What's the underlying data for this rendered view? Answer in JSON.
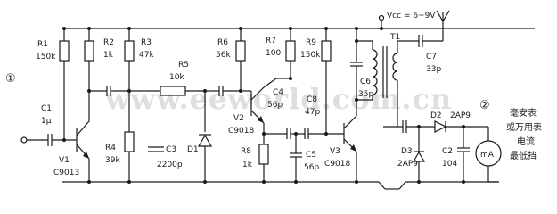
{
  "circuit": {
    "circle_1": "①",
    "circle_2": "②",
    "vcc": "Vcc = 6~9V",
    "watermark": "www.eeworld.com.cn",
    "meter_note": [
      "毫安表",
      "或万用表",
      "电流",
      "最低挡"
    ],
    "components": {
      "R1": {
        "ref": "R1",
        "value": "150k"
      },
      "R2": {
        "ref": "R2",
        "value": "1k"
      },
      "R3": {
        "ref": "R3",
        "value": "47k"
      },
      "R4": {
        "ref": "R4",
        "value": "39k"
      },
      "R5": {
        "ref": "R5",
        "value": "10k"
      },
      "R6": {
        "ref": "R6",
        "value": "56k"
      },
      "R7": {
        "ref": "R7",
        "value": "100"
      },
      "R8": {
        "ref": "R8",
        "value": "1k"
      },
      "R9": {
        "ref": "R9",
        "value": "150k"
      },
      "C1": {
        "ref": "C1",
        "value": "1μ"
      },
      "C2": {
        "ref": "C2",
        "value": "104"
      },
      "C3": {
        "ref": "C3",
        "value": "2200p"
      },
      "C4": {
        "ref": "C4",
        "value": "56p"
      },
      "C5": {
        "ref": "C5",
        "value": "56p"
      },
      "C6": {
        "ref": "C6",
        "value": "35p"
      },
      "C7": {
        "ref": "C7",
        "value": "33p"
      },
      "C8": {
        "ref": "C8",
        "value": "47p"
      },
      "D1": {
        "ref": "D1",
        "value": ""
      },
      "D2": {
        "ref": "D2",
        "value": "2AP9"
      },
      "D3": {
        "ref": "D3",
        "value": "2AP9"
      },
      "T1": {
        "ref": "T1",
        "value": ""
      },
      "V1": {
        "ref": "V1",
        "value": "C9013"
      },
      "V2": {
        "ref": "V2",
        "value": "C9018"
      },
      "V3": {
        "ref": "V3",
        "value": "C9018"
      },
      "meter": {
        "ref": "mA",
        "value": ""
      }
    }
  }
}
